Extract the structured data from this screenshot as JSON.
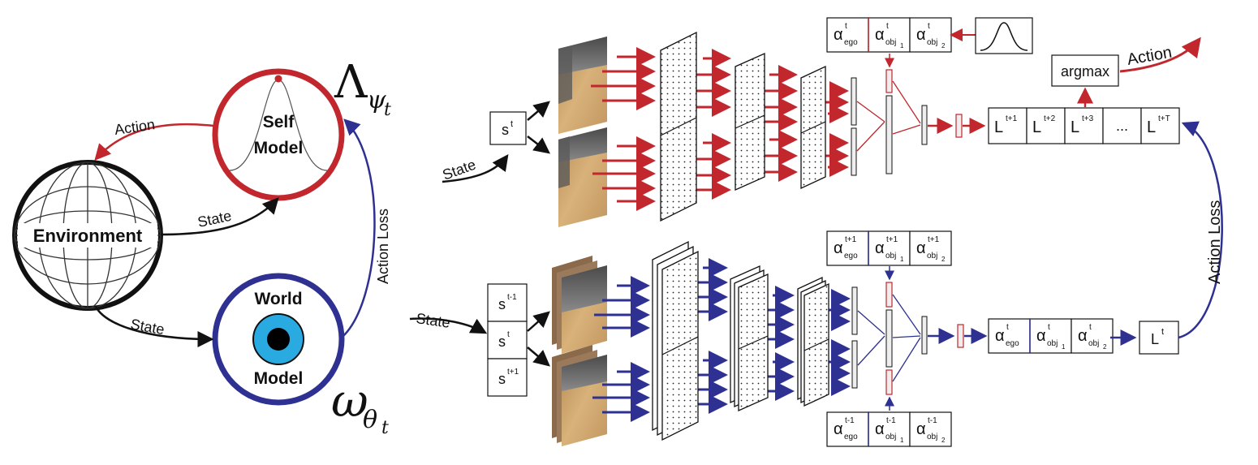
{
  "colors": {
    "red": "#c1272d",
    "blue": "#2e3192",
    "black": "#111111",
    "eye": "#29abe2",
    "floor": "#c9a06a",
    "wall": "#6b6b6b"
  },
  "left": {
    "self_model_line1": "Self",
    "self_model_line2": "Model",
    "world_model_line1": "World",
    "world_model_line2": "Model",
    "environment": "Environment",
    "action": "Action",
    "state_upper": "State",
    "state_lower": "State",
    "action_loss": "Action Loss",
    "lambda": "Λ",
    "lambda_sub": "ψ",
    "lambda_subsub": "t",
    "omega": "ω",
    "omega_sub": "θ",
    "omega_subsub": "t"
  },
  "top": {
    "state_in": "State",
    "s": "s",
    "s_sup": "t",
    "alpha_boxes": [
      {
        "a": "α",
        "sup": "t",
        "sub": "ego",
        "subsub": ""
      },
      {
        "a": "α",
        "sup": "t",
        "sub": "obj",
        "subsub": "1"
      },
      {
        "a": "α",
        "sup": "t",
        "sub": "obj",
        "subsub": "2"
      }
    ],
    "argmax": "argmax",
    "action": "Action",
    "loss_boxes": [
      {
        "L": "L",
        "sup": "t+1"
      },
      {
        "L": "L",
        "sup": "t+2"
      },
      {
        "L": "L",
        "sup": "t+3"
      },
      {
        "L": "...",
        "sup": ""
      },
      {
        "L": "L",
        "sup": "t+T"
      }
    ]
  },
  "bottom": {
    "state_in": "State",
    "s_stack": [
      {
        "s": "s",
        "sup": "t-1"
      },
      {
        "s": "s",
        "sup": "t"
      },
      {
        "s": "s",
        "sup": "t+1"
      }
    ],
    "alpha_top": [
      {
        "a": "α",
        "sup": "t+1",
        "sub": "ego",
        "subsub": ""
      },
      {
        "a": "α",
        "sup": "t+1",
        "sub": "obj",
        "subsub": "1"
      },
      {
        "a": "α",
        "sup": "t+1",
        "sub": "obj",
        "subsub": "2"
      }
    ],
    "alpha_mid": [
      {
        "a": "α",
        "sup": "t",
        "sub": "ego",
        "subsub": ""
      },
      {
        "a": "α",
        "sup": "t",
        "sub": "obj",
        "subsub": "1"
      },
      {
        "a": "α",
        "sup": "t",
        "sub": "obj",
        "subsub": "2"
      }
    ],
    "alpha_bot": [
      {
        "a": "α",
        "sup": "t-1",
        "sub": "ego",
        "subsub": ""
      },
      {
        "a": "α",
        "sup": "t-1",
        "sub": "obj",
        "subsub": "1"
      },
      {
        "a": "α",
        "sup": "t-1",
        "sub": "obj",
        "subsub": "2"
      }
    ],
    "loss": {
      "L": "L",
      "sup": "t"
    },
    "action_loss": "Action Loss"
  }
}
